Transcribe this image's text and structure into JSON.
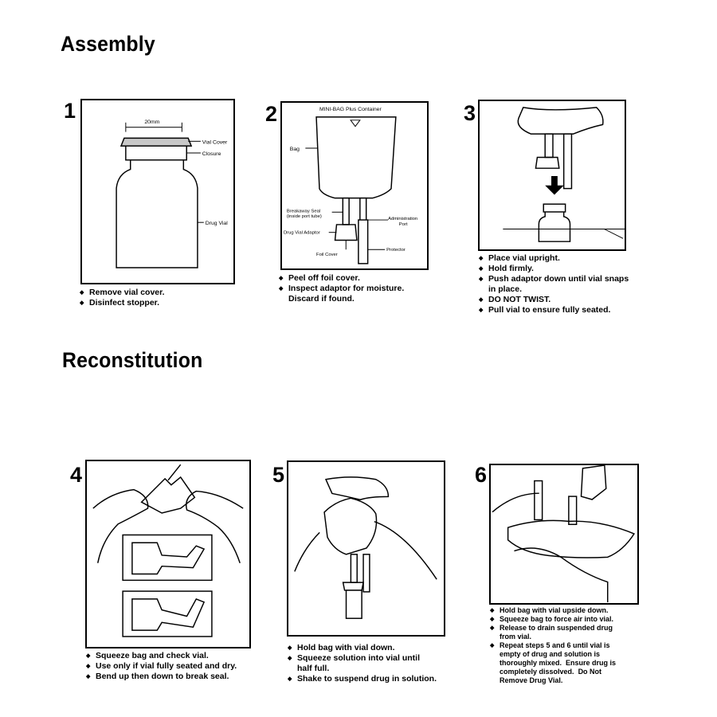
{
  "headings": {
    "assembly": "Assembly",
    "reconstitution": "Reconstitution"
  },
  "steps": [
    {
      "number": "1",
      "labels": {
        "measure": "20mm",
        "vial_cover": "Vial Cover",
        "closure": "Closure",
        "drug_vial": "Drug Vial"
      },
      "bullets": [
        "Remove vial cover.",
        "Disinfect stopper."
      ]
    },
    {
      "number": "2",
      "labels": {
        "container": "MINI-BAG Plus Container",
        "bag": "Bag",
        "breakaway_seal": "Breakaway Seal",
        "breakaway_seal_note": "(inside port tube)",
        "administration_port_1": "Administration",
        "administration_port_2": "Port",
        "drug_vial_adaptor": "Drug Vial Adaptor",
        "foil_cover": "Foil Cover",
        "protector": "Protector"
      },
      "bullets": [
        "Peel off foil cover.",
        "Inspect adaptor for moisture."
      ],
      "continuation": "Discard if found."
    },
    {
      "number": "3",
      "bullets": [
        "Place vial upright.",
        "Hold firmly.",
        "Push adaptor down until vial snaps",
        "DO NOT TWIST.",
        "Pull vial to ensure fully seated."
      ],
      "continuation": "in place."
    },
    {
      "number": "4",
      "bullets": [
        "Squeeze bag and check vial.",
        "Use only if vial fully seated and dry.",
        "Bend up then down to break seal."
      ]
    },
    {
      "number": "5",
      "bullets": [
        "Hold bag with vial down.",
        "Squeeze solution into vial until",
        "Shake to suspend drug in solution."
      ],
      "half_full": "half full."
    },
    {
      "number": "6",
      "bullets": [
        "Hold bag with vial upside down.",
        "Squeeze bag to force air into vial.",
        "Release to drain suspended drug",
        "Repeat steps 5 and 6 until vial is"
      ],
      "drain_cont": "from vial.",
      "repeat_cont_1_bold": "empty",
      "repeat_cont_1_rest": " of drug and solution is",
      "repeat_cont_2": "thoroughly mixed.",
      "repeat_cont_2_bold": "Ensure drug is",
      "repeat_cont_3_bold": "completely dissolved.",
      "repeat_cont_3_bold2": "Do Not",
      "repeat_cont_4_bold": "Remove Drug Vial."
    }
  ]
}
